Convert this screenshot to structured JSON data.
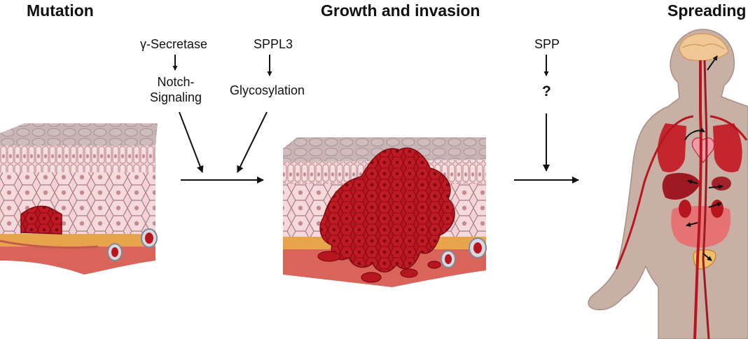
{
  "headings": {
    "mutation": "Mutation",
    "growth": "Growth and invasion",
    "spreading": "Spreading"
  },
  "enzymes": {
    "gamma_secretase": "γ-Secretase",
    "sppl3": "SPPL3",
    "spp": "SPP"
  },
  "effects": {
    "notch_line1": "Notch-",
    "notch_line2": "Signaling",
    "glycosylation": "Glycosylation",
    "unknown": "?"
  },
  "colors": {
    "skin_top": "#c9b4b6",
    "cell_fill": "#f2d3d5",
    "cell_border": "#b07880",
    "tumor": "#b8161f",
    "tumor_dark": "#8d0f18",
    "dermis": "#e8a44a",
    "vessel": "#b8161f",
    "body": "#c8b0a5",
    "organ": "#c4262f"
  }
}
